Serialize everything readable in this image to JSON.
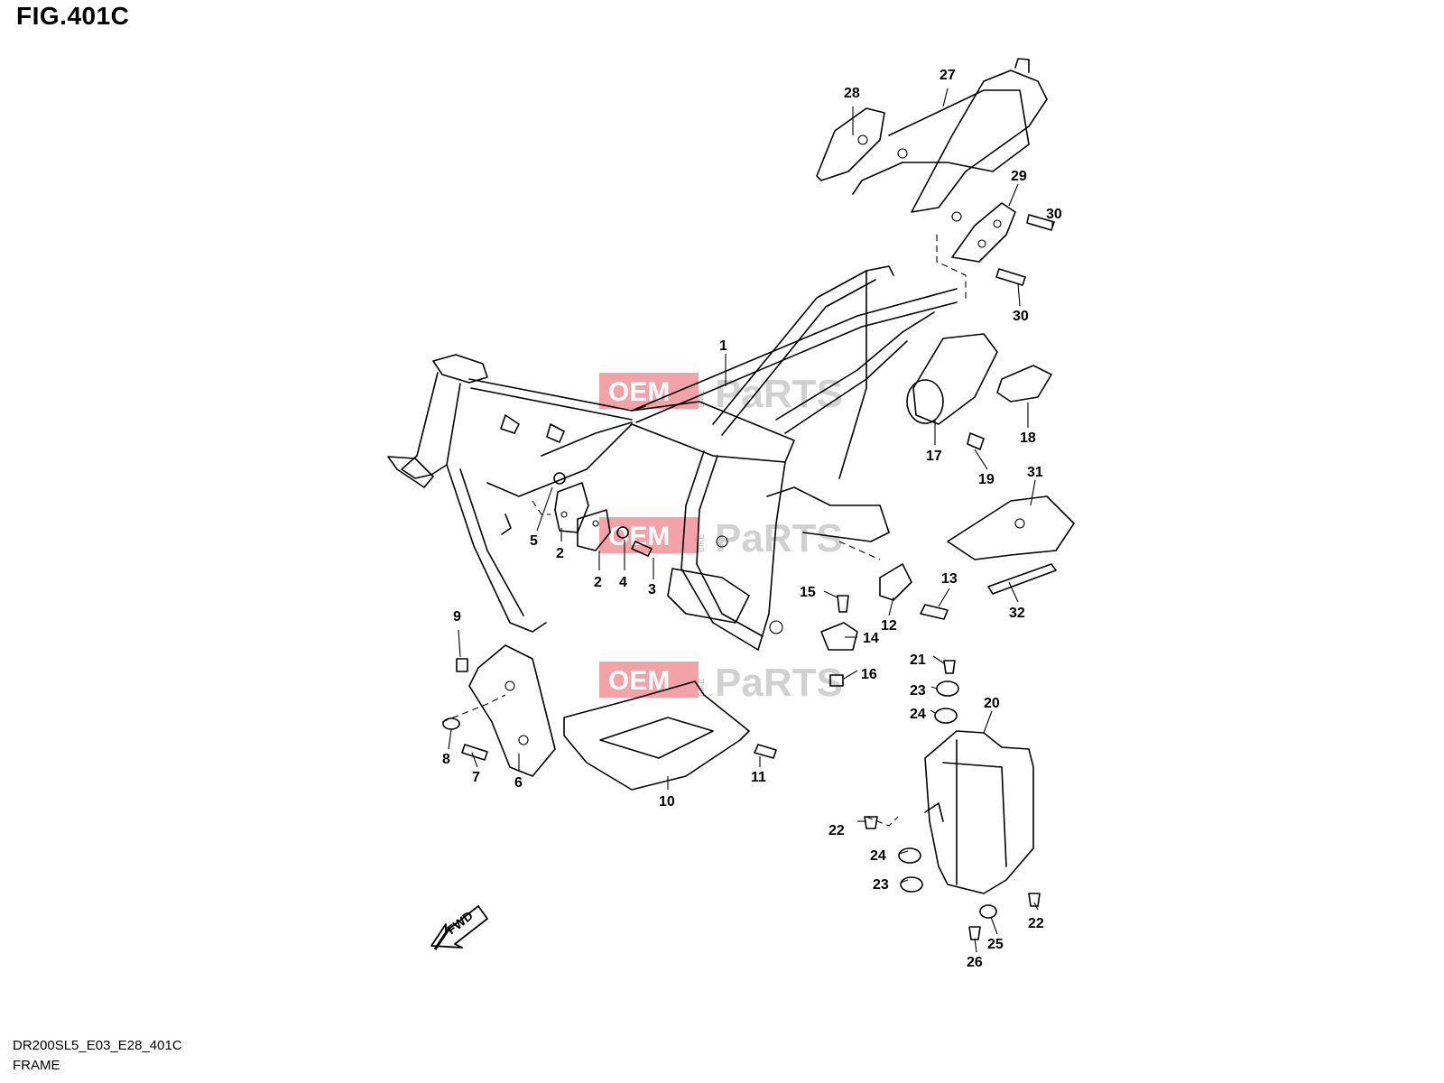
{
  "header": {
    "title": "FIG.401C"
  },
  "footer": {
    "model_code": "DR200SL5_E03_E28_401C",
    "section_name": "FRAME"
  },
  "watermark": {
    "left": "OEM",
    "side": "BIKE",
    "right": "PaRTS",
    "accent_color": "#e8585e"
  },
  "fwd_label": "FWD",
  "callouts": [
    "1",
    "2",
    "2",
    "3",
    "4",
    "5",
    "6",
    "7",
    "8",
    "9",
    "10",
    "11",
    "12",
    "13",
    "14",
    "15",
    "16",
    "17",
    "18",
    "19",
    "20",
    "21",
    "22",
    "22",
    "23",
    "23",
    "24",
    "24",
    "25",
    "26",
    "27",
    "28",
    "29",
    "30",
    "30",
    "31",
    "32"
  ]
}
